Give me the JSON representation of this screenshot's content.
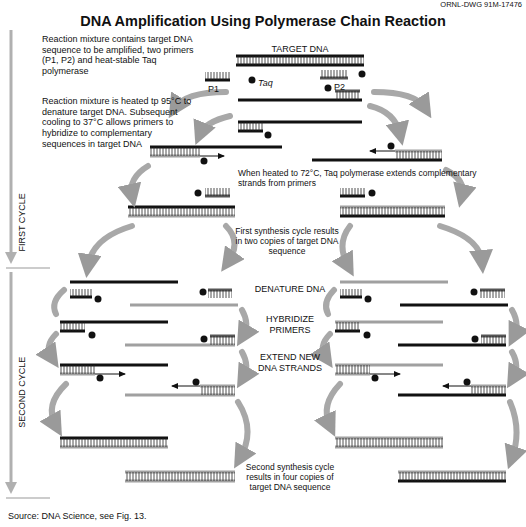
{
  "diagram": {
    "title": "DNA Amplification Using Polymerase Chain Reaction",
    "caption": "Source: DNA Science, see Fig. 13.",
    "labels": [
      "ORNL-DWG 91M-17476",
      "Reaction mixture contains target DNA sequence to be amplified, two primers (P1, P2) and heat-stable Taq polymerase",
      "Reaction mixture is heated tp 95°C to denature target DNA. Subsequent cooling to 37°C allows primers to hybridize to complementary sequences in target DNA",
      "TARGET DNA",
      "P1",
      "Taq",
      "P2",
      "When heated to 72°C, Taq polymerase extends complementary strands from primers",
      "First synthesis cycle results in two copies of target DNA sequence",
      "DENATURE DNA",
      "HYBRIDIZE PRIMERS",
      "EXTEND NEW DNA STRANDS",
      "Second synthesis cycle results in four copies of target DNA sequence",
      "FIRST CYCLE",
      "SECOND CYCLE"
    ]
  }
}
